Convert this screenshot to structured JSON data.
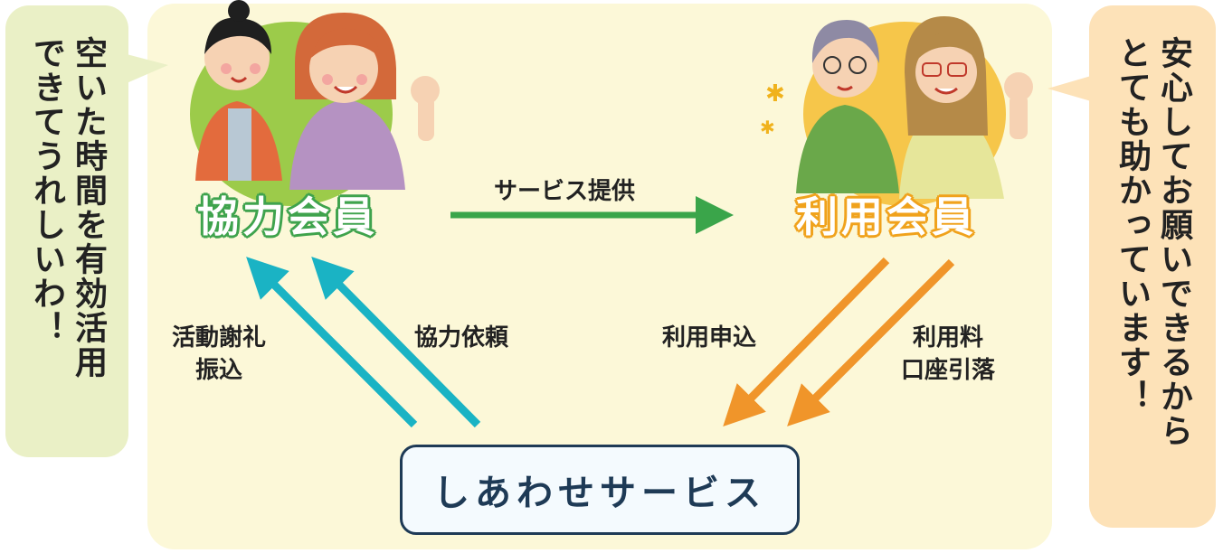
{
  "bubble_left": {
    "line1": "空いた時間を有効活用",
    "line2": "できてうれしいわ！"
  },
  "bubble_right": {
    "line1": "安心してお願いできるから",
    "line2": "とても助かっています！"
  },
  "members": {
    "kyoryoku": "協力会員",
    "riyou": "利用会員"
  },
  "service_center": "しあわせサービス",
  "arrows": {
    "service_provide": "サービス提供",
    "katsudo": "活動謝礼\n振込",
    "kyoryoku_irai": "協力依頼",
    "riyou_moushikomi": "利用申込",
    "riyouryo": "利用料\n口座引落"
  },
  "colors": {
    "green_arrow": "#3aa54a",
    "teal_arrow": "#1ab3c4",
    "orange_arrow": "#f0952a",
    "kyoryoku_outline": "#3fa34d",
    "riyou_outline": "#f0a21c",
    "service_border": "#1e3a56"
  }
}
